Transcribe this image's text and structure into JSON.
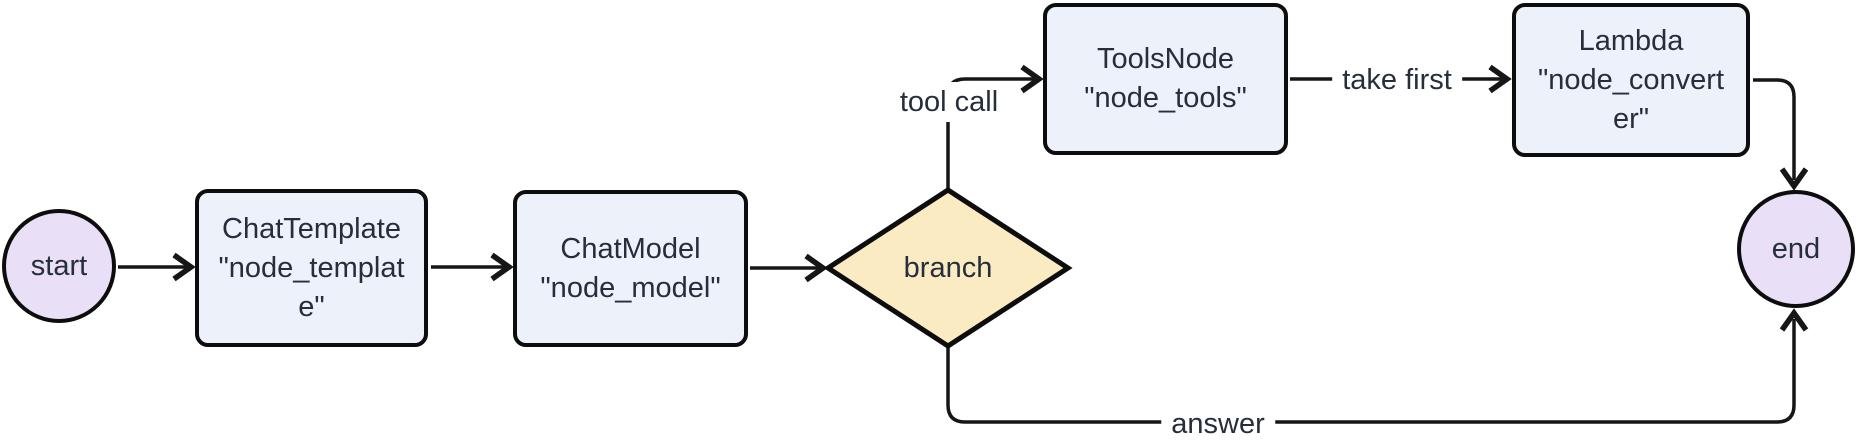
{
  "diagram": {
    "type": "flowchart",
    "direction": "left-to-right",
    "nodes": [
      {
        "id": "start",
        "shape": "circle",
        "label": "start"
      },
      {
        "id": "node_template",
        "shape": "rounded-rect",
        "label": "ChatTemplate\n\"node_templat\ne\""
      },
      {
        "id": "node_model",
        "shape": "rounded-rect",
        "label": "ChatModel\n\"node_model\""
      },
      {
        "id": "branch",
        "shape": "diamond",
        "label": "branch"
      },
      {
        "id": "node_tools",
        "shape": "rounded-rect",
        "label": "ToolsNode\n\"node_tools\""
      },
      {
        "id": "node_converter",
        "shape": "rounded-rect",
        "label": "Lambda\n\"node_convert\ner\""
      },
      {
        "id": "end",
        "shape": "circle",
        "label": "end"
      }
    ],
    "edges": [
      {
        "from": "start",
        "to": "node_template",
        "label": ""
      },
      {
        "from": "node_template",
        "to": "node_model",
        "label": ""
      },
      {
        "from": "node_model",
        "to": "branch",
        "label": ""
      },
      {
        "from": "branch",
        "to": "node_tools",
        "label": "tool call"
      },
      {
        "from": "node_tools",
        "to": "node_converter",
        "label": "take first"
      },
      {
        "from": "node_converter",
        "to": "end",
        "label": ""
      },
      {
        "from": "branch",
        "to": "end",
        "label": "answer"
      }
    ]
  },
  "colors": {
    "canvas_bg": "#FFFFFF",
    "node_fill": "#ECF1FA",
    "terminal_fill": "#E9DFF7",
    "decision_fill": "#FAEBC3",
    "node_border": "#0D0D0D",
    "edge_color": "#161616",
    "text_color": "#262D3B",
    "edge_label_bg": "#FFFFFF"
  }
}
